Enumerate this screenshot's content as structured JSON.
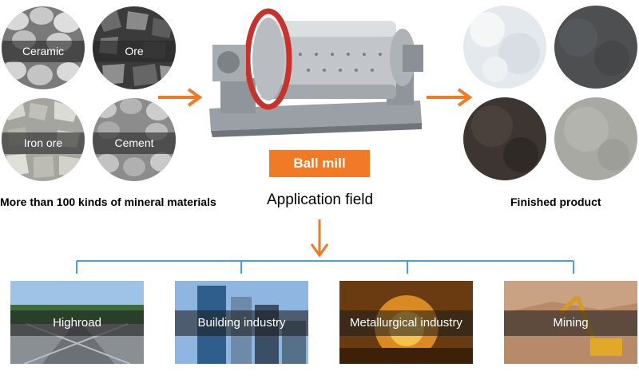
{
  "inputs": {
    "items": [
      {
        "label": "Ceramic"
      },
      {
        "label": "Ore"
      },
      {
        "label": "Iron ore"
      },
      {
        "label": "Cement"
      }
    ],
    "caption": "More than 100 kinds of mineral materials"
  },
  "machine": {
    "label": "Ball mill"
  },
  "application": {
    "title": "Application field",
    "fields": [
      {
        "label": "Highroad"
      },
      {
        "label": "Building industry"
      },
      {
        "label": "Metallurgical industry"
      },
      {
        "label": "Mining"
      }
    ]
  },
  "outputs": {
    "caption": "Finished product"
  },
  "colors": {
    "accent": "#f07a25",
    "tree_line": "#4a9fd5"
  }
}
